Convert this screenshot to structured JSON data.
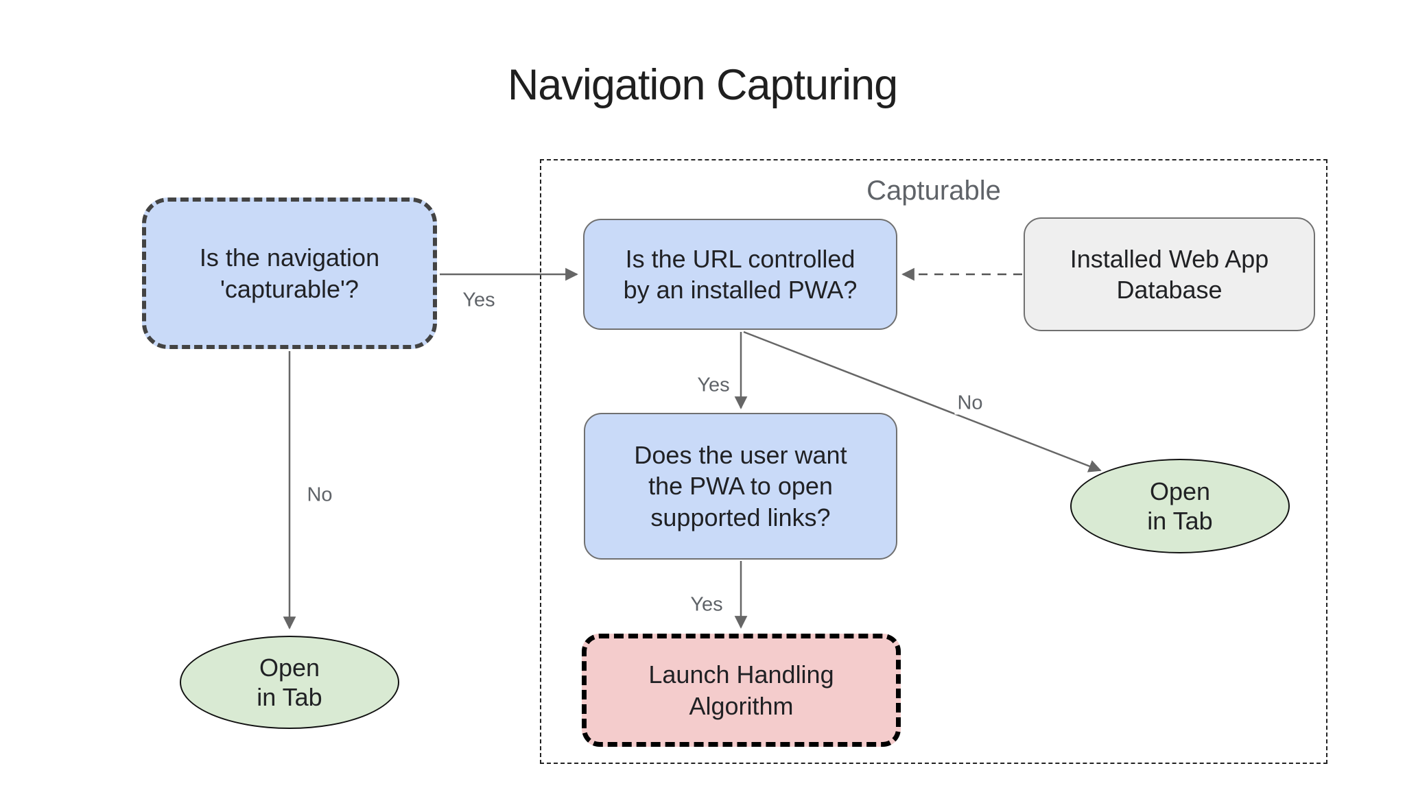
{
  "title": "Navigation Capturing",
  "group": {
    "label": "Capturable"
  },
  "nodes": {
    "nav_capturable": {
      "text": "Is the navigation\n'capturable'?"
    },
    "url_controlled": {
      "text": "Is the URL controlled\nby an installed PWA?"
    },
    "installed_db": {
      "text": "Installed Web App\nDatabase"
    },
    "user_want": {
      "text": "Does the user want\nthe PWA to open\nsupported links?"
    },
    "launch_handling": {
      "text": "Launch Handling\nAlgorithm"
    },
    "open_tab_left": {
      "text": "Open\nin Tab"
    },
    "open_tab_right": {
      "text": "Open\nin Tab"
    }
  },
  "edge_labels": {
    "nav_yes": "Yes",
    "nav_no": "No",
    "url_yes": "Yes",
    "url_no": "No",
    "user_yes": "Yes"
  },
  "colors": {
    "question_fill": "#c9daf8",
    "terminal_fill": "#d9ead3",
    "process_fill": "#f4cccc",
    "data_fill": "#efefef",
    "edge_stroke": "#666666",
    "edge_label_text": "#5f6368",
    "group_border": "#222222",
    "node_border": "#707070",
    "nav_dashed_border": "#434343",
    "title_text": "#1f1f1f"
  }
}
